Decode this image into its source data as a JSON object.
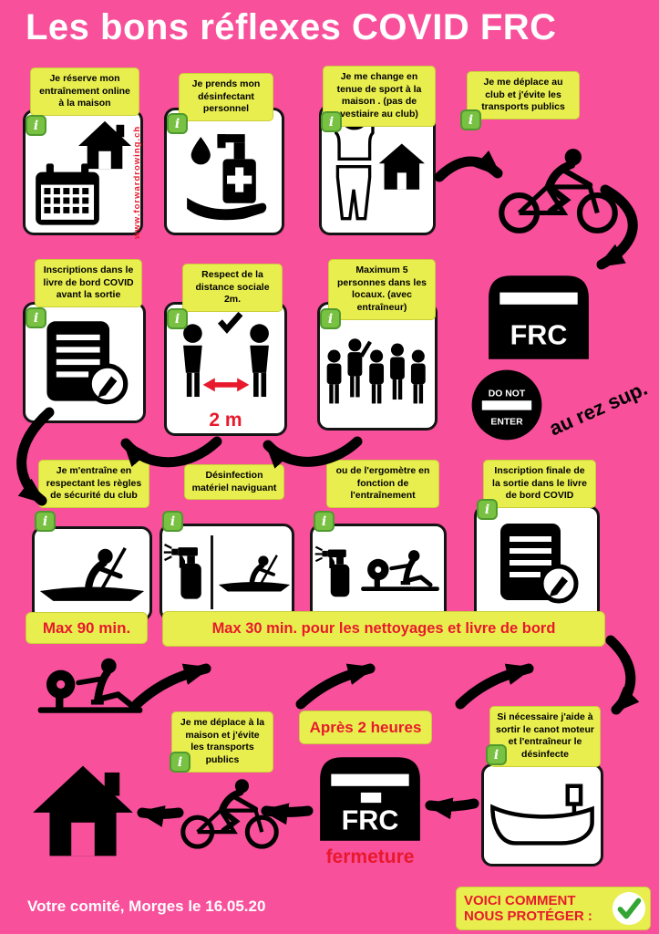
{
  "title": "Les bons réflexes COVID FRC",
  "website": "www.forwardrowing.ch",
  "steps": {
    "reserve": "Je réserve mon entraînement online à la maison",
    "disinfectant": "Je prends mon désinfectant personnel",
    "change": "Je me change en tenue de sport à la maison . (pas de vestiaire au club)",
    "travel_club": "Je me déplace au club et j'évite les transports publics",
    "logbook_before": "Inscriptions dans le livre de bord COVID avant la sortie",
    "distance": "Respect de la distance sociale 2m.",
    "max5": "Maximum 5 personnes dans les locaux. (avec entraîneur)",
    "train_safety": "Je m'entraîne en respectant les règles de sécurité du club",
    "disinfect_boat": "Désinfection matériel naviguant",
    "disinfect_erg": "ou de l'ergomètre en fonction de l'entraînement",
    "logbook_final": "Inscription finale de la sortie dans le livre de bord COVID",
    "travel_home": "Je me déplace à la maison  et j'évite les transports publics",
    "motorboat": "Si nécessaire j'aide à sortir le canot moteur et l'entraîneur le désinfecte"
  },
  "banners": {
    "max90": "Max  90 min.",
    "max30": "Max  30 min. pour les nettoyages et livre de bord",
    "after2h": "Après 2 heures",
    "fermeture": "fermeture"
  },
  "signs": {
    "frc": "FRC",
    "do_not": "DO NOT",
    "enter": "ENTER",
    "au_rez_sup": "au rez sup.",
    "two_m": "2 m",
    "info": "i"
  },
  "footer": {
    "committee": "Votre comité, Morges le 16.05.20",
    "protect": "VOICI COMMENT NOUS PROTÉGER :"
  },
  "colors": {
    "background": "#F8509B",
    "yellow": "#E9EE4F",
    "red": "#E8192C",
    "green_info": "#79C142"
  }
}
